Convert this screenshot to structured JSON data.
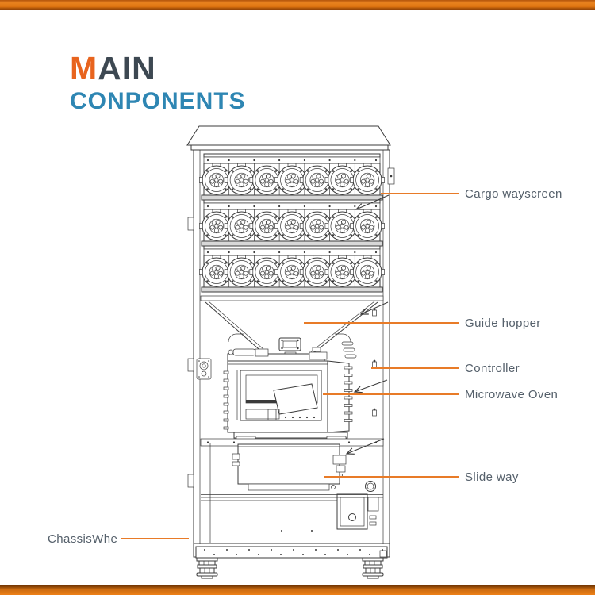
{
  "title": {
    "line1_accent": "M",
    "line1_rest": "AIN",
    "line2": "CONPONENTS"
  },
  "labels": [
    {
      "text": "Cargo wayscreen"
    },
    {
      "text": "Guide hopper"
    },
    {
      "text": "Controller"
    },
    {
      "text": "Microwave Oven"
    },
    {
      "text": "Slide way"
    },
    {
      "text": "ChassisWhe"
    }
  ],
  "diagram": {
    "subject": "vending machine main components",
    "coil_rows": 3,
    "coils_per_row": 7
  },
  "colors": {
    "accent_orange_bar": "#e07818",
    "leader_line_orange": "#e87b28",
    "title_accent_orange": "#e8641e",
    "title_dark_gray": "#3d4852",
    "title_blue": "#2e86b3",
    "label_text_gray": "#55606b",
    "line_art_gray": "#3b3b3b"
  }
}
